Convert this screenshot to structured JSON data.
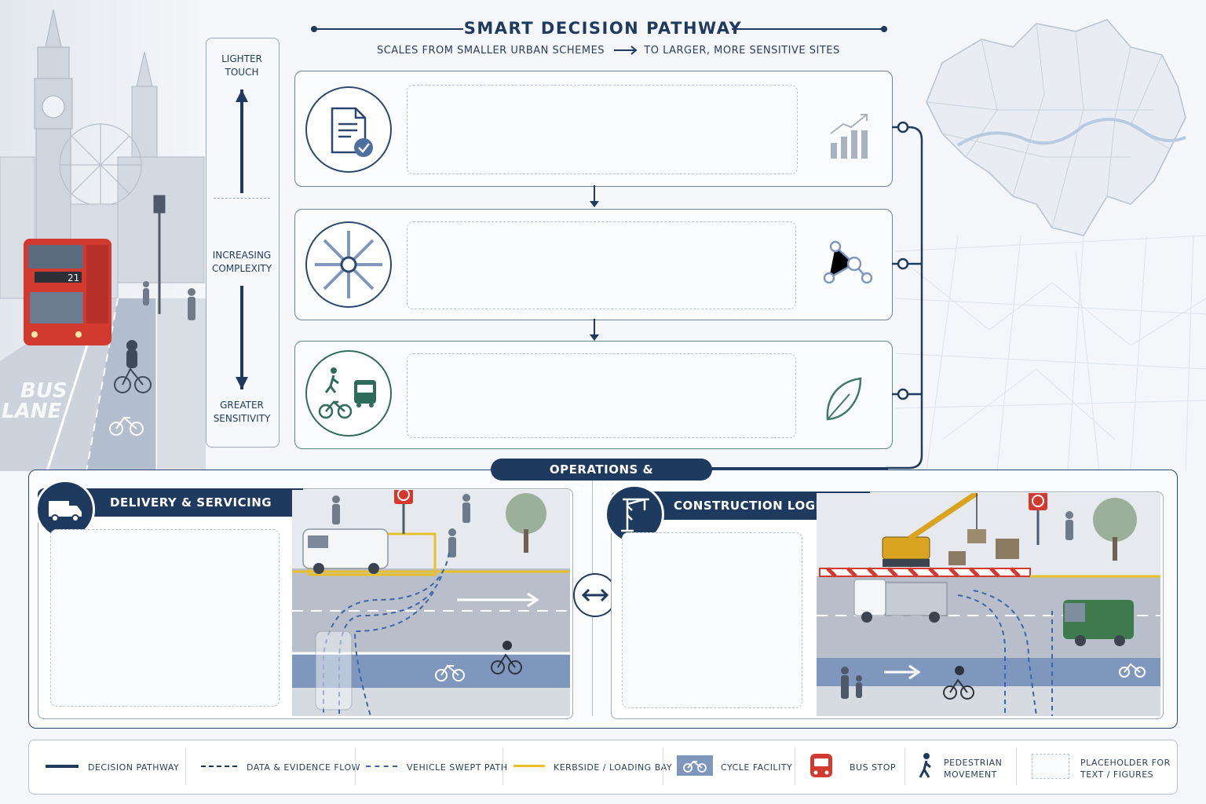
{
  "header": {
    "title": "SMART DECISION PATHWAY",
    "subtitle_left": "SCALES FROM SMALLER URBAN SCHEMES",
    "subtitle_right": "TO LARGER, MORE SENSITIVE SITES"
  },
  "street_scene": {
    "bus_number": "21",
    "bus_lane_line1": "BUS",
    "bus_lane_line2": "LANE"
  },
  "scale": {
    "top_line1": "LIGHTER",
    "top_line2": "TOUCH",
    "mid_line1": "INCREASING",
    "mid_line2": "COMPLEXITY",
    "bottom_line1": "GREATER",
    "bottom_line2": "SENSITIVITY"
  },
  "stages": [
    {
      "icon": "document-check-icon",
      "side_icon": "bar-chart-growth-icon"
    },
    {
      "icon": "spoked-wheel-icon",
      "side_icon": "network-nodes-icon"
    },
    {
      "icon": "pedestrian-bike-bus-icon",
      "side_icon": "leaf-icon"
    }
  ],
  "operations": {
    "label": "OPERATIONS & IMPLEMENTATION",
    "left_title": "DELIVERY & SERVICING",
    "right_title": "CONSTRUCTION LOGISTICS",
    "left_icon": "delivery-truck-icon",
    "right_icon": "crane-icon",
    "connector_icon": "double-arrow-icon"
  },
  "legend": {
    "decision_pathway": "DECISION PATHWAY",
    "data_flow": "DATA & EVIDENCE FLOW",
    "swept_path": "VEHICLE SWEPT PATH",
    "kerbside": "KERBSIDE / LOADING BAY",
    "cycle": "CYCLE FACILITY",
    "bus_stop": "BUS STOP",
    "ped_line1": "PEDESTRIAN",
    "ped_line2": "MOVEMENT",
    "ph_line1": "PLACEHOLDER FOR",
    "ph_line2": "TEXT / FIGURES"
  },
  "colors": {
    "navy": "#1f3a5f",
    "bus_red": "#d23a2f",
    "kerb_yellow": "#e8c02a",
    "cycle_blue": "#7f97bd",
    "leaf_green": "#3f7a66"
  }
}
